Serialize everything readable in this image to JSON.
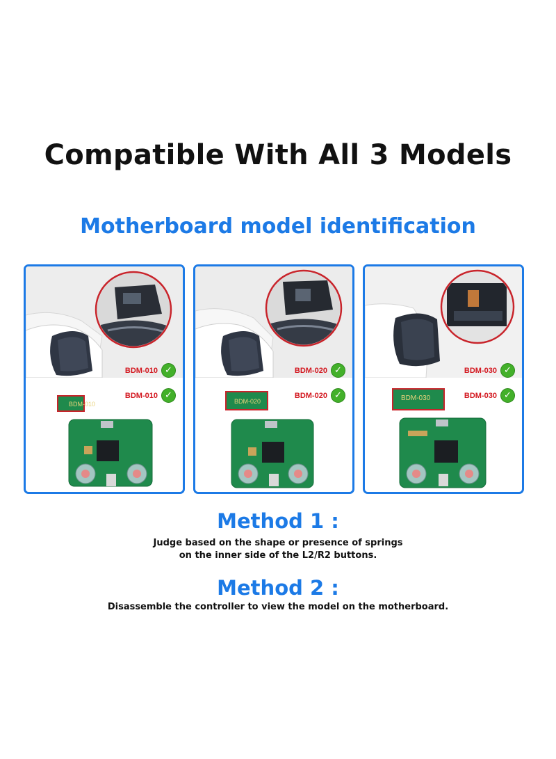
{
  "title": "Compatible With All 3 Models",
  "subtitle": "Motherboard model identification",
  "panels": [
    {
      "model": "BDM-010",
      "board_label": "BDM-010"
    },
    {
      "model": "BDM-020",
      "board_label": "BDM-020"
    },
    {
      "model": "BDM-030",
      "board_label": "BDM-030"
    }
  ],
  "methods": [
    {
      "heading": "Method 1 :",
      "lines": [
        "Judge based on the shape or presence of springs",
        "on the inner side of the L2/R2 buttons."
      ]
    },
    {
      "heading": "Method 2 :",
      "lines": [
        "Disassemble the controller to view the model on the motherboard."
      ]
    }
  ],
  "colors": {
    "accent": "#1c7ae6",
    "model_text": "#d3171f",
    "check": "#43b02a",
    "pcb": "#1f8a4c"
  },
  "icons": {
    "check": "green-check-icon"
  }
}
